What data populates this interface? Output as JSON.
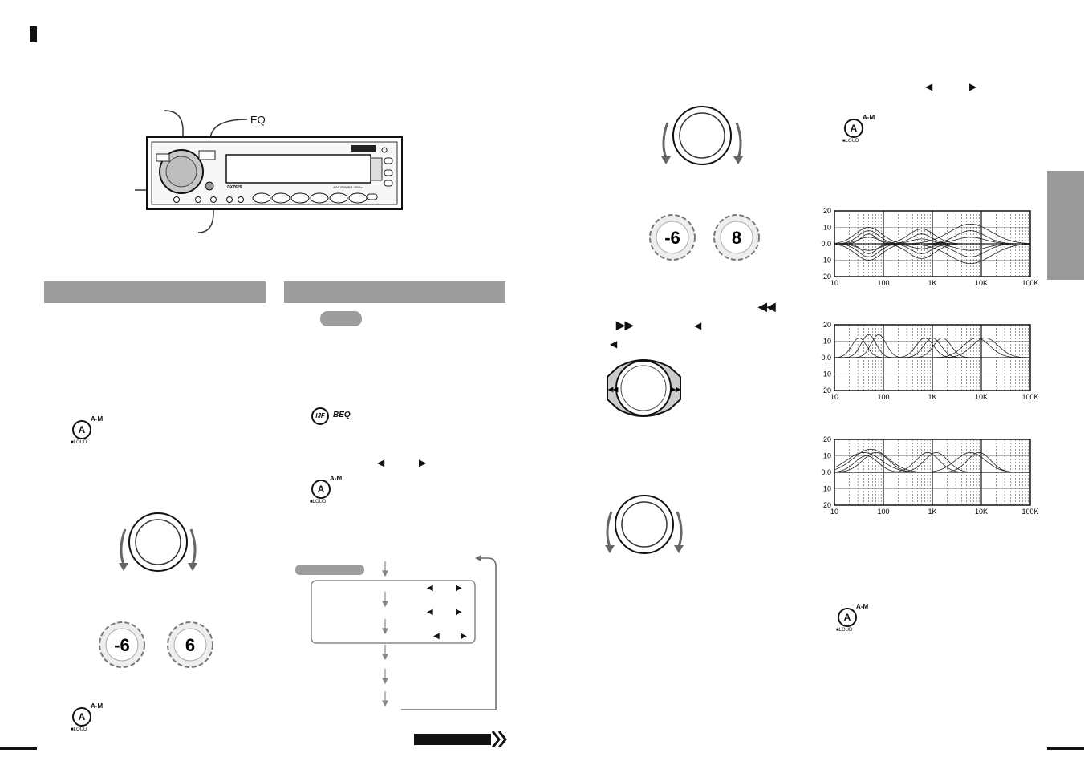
{
  "labels": {
    "eq": "EQ"
  },
  "buttons": {
    "am_label": "A",
    "am_sub": "A-M",
    "loud_label": "■LOUD",
    "beq_label": "BEQ",
    "beq_icon_text": "IJF"
  },
  "displays": {
    "left_a": "-6",
    "left_b": "6",
    "right_a": "-6",
    "right_b": "8"
  },
  "unit": {
    "model": "DXZ625",
    "power": "45W POWER 45W×4"
  },
  "chart_data": [
    {
      "type": "line",
      "ylim": [
        -20,
        20
      ],
      "yticks": [
        "20",
        "10",
        "0.0",
        "10",
        "20"
      ],
      "xticks": [
        "10",
        "100",
        "1K",
        "10K",
        "100K"
      ],
      "x_scale": "log",
      "grid": true
    },
    {
      "type": "line",
      "ylim": [
        -20,
        20
      ],
      "yticks": [
        "20",
        "10",
        "0.0",
        "10",
        "20"
      ],
      "xticks": [
        "10",
        "100",
        "1K",
        "10K",
        "100K"
      ],
      "x_scale": "log",
      "grid": true
    },
    {
      "type": "line",
      "ylim": [
        -20,
        20
      ],
      "yticks": [
        "20",
        "10",
        "0.0",
        "10",
        "20"
      ],
      "xticks": [
        "10",
        "100",
        "1K",
        "10K",
        "100K"
      ],
      "x_scale": "log",
      "grid": true
    }
  ]
}
